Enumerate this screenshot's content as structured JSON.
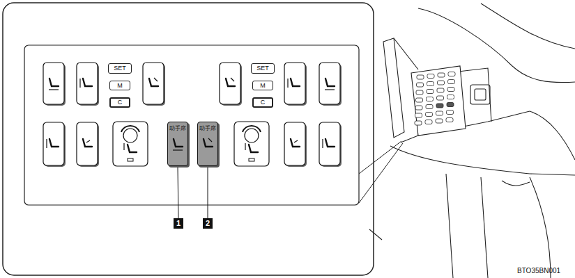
{
  "diagram": {
    "nodes": [
      {
        "text": [
          "SET"
        ]
      },
      {
        "text": [
          "M"
        ]
      },
      {
        "text": [
          "C"
        ]
      },
      {
        "text": [
          "SET"
        ]
      },
      {
        "text": [
          "M"
        ]
      },
      {
        "text": [
          "C"
        ]
      },
      {
        "text": [
          "助手席"
        ]
      },
      {
        "text": [
          "助手席"
        ]
      },
      {
        "text": [
          "1"
        ]
      },
      {
        "text": [
          "2"
        ]
      }
    ],
    "edges": [
      {
        "from": 8,
        "to": 6,
        "arrow": "none"
      },
      {
        "from": 9,
        "to": 7,
        "arrow": "none"
      }
    ],
    "labels": [
      "BTO35BN001"
    ]
  }
}
